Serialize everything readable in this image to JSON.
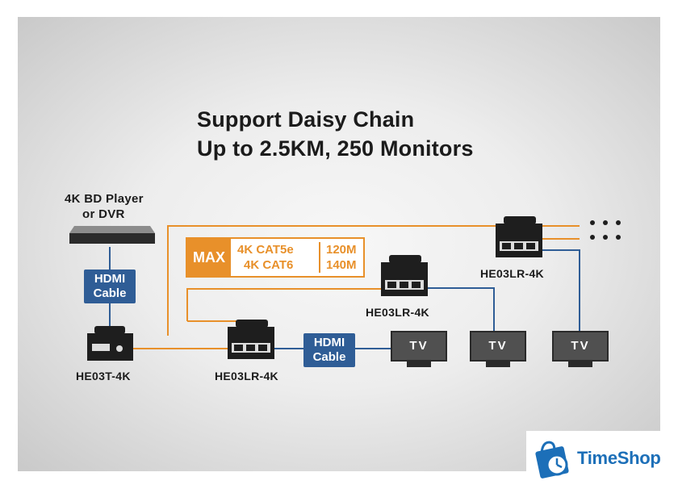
{
  "title": {
    "line1": "Support Daisy Chain",
    "line2": "Up to 2.5KM, 250 Monitors"
  },
  "source": {
    "label_line1": "4K BD Player",
    "label_line2": "or DVR"
  },
  "cables": [
    {
      "line1": "HDMI",
      "line2": "Cable"
    },
    {
      "line1": "HDMI",
      "line2": "Cable"
    }
  ],
  "devices": {
    "transmitter": "HE03T-4K",
    "receiver_1": "HE03LR-4K",
    "receiver_2": "HE03LR-4K",
    "receiver_3": "HE03LR-4K"
  },
  "max_table": {
    "label": "MAX",
    "rows": [
      {
        "cable": "4K CAT5e",
        "distance": "120M"
      },
      {
        "cable": "4K CAT6",
        "distance": "140M"
      }
    ]
  },
  "tvs": [
    "TV",
    "TV",
    "TV"
  ],
  "colors": {
    "cat_line": "#e8902a",
    "hdmi_line": "#2f5d96",
    "device_body": "#1e1e1e"
  },
  "logo": {
    "text": "TimeShop",
    "icon": "shopping-bag-clock-icon"
  }
}
